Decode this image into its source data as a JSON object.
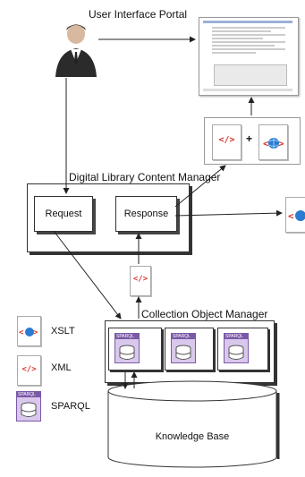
{
  "portal": {
    "title": "User Interface Portal"
  },
  "dlcm": {
    "title": "Digital Library Content Manager",
    "request_label": "Request",
    "response_label": "Response",
    "plus": "+"
  },
  "com": {
    "title": "Collection Object Manager",
    "sparql_tag": "SPARQL"
  },
  "kb": {
    "label": "Knowledge Base"
  },
  "legend": {
    "xslt": "XSLT",
    "xml": "XML",
    "sparql": "SPARQL"
  },
  "icons": {
    "xml_glyph": "</>",
    "colors": {
      "xml": "#d9342b",
      "xslt": "#2a7bd1",
      "sparql_header": "#7a5aa6",
      "sparql_body": "#d9c8ec"
    }
  }
}
